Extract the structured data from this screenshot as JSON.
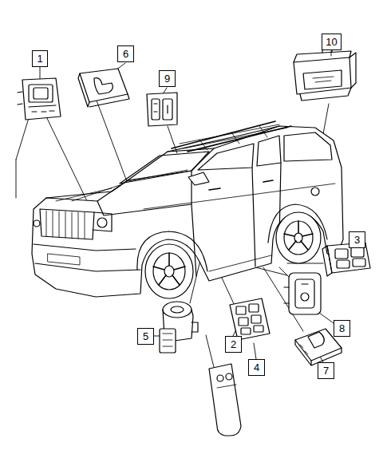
{
  "diagram": {
    "nodes": [
      {
        "text": [
          "1"
        ]
      },
      {
        "text": [
          "6"
        ]
      },
      {
        "text": [
          "9"
        ]
      },
      {
        "text": [
          "10"
        ]
      },
      {
        "text": [
          "3"
        ]
      },
      {
        "text": [
          "5"
        ]
      },
      {
        "text": [
          "2"
        ]
      },
      {
        "text": [
          "8"
        ]
      },
      {
        "text": [
          "4"
        ]
      },
      {
        "text": [
          "7"
        ]
      }
    ]
  }
}
